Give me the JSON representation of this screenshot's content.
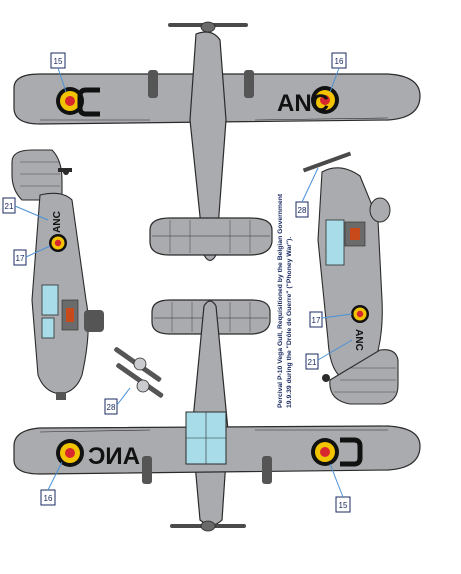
{
  "caption": {
    "line1": "Percival P-10 Vega Gull, Requisitioned by the Belgian Government",
    "line2": "19.9.39 during the \"Drôle de Guerre\" (\"Phoney War\")."
  },
  "registration": "ANC",
  "callouts": {
    "c15_top": "15",
    "c16_top": "16",
    "c21_left": "21",
    "c17_left": "17",
    "c28_right": "28",
    "c17_right": "17",
    "c21_right": "21",
    "c28_prop": "28",
    "c16_bottom": "16",
    "c15_bottom": "15"
  },
  "colors": {
    "aircraft_grey": "#a9abae",
    "outline": "#2b2b2b",
    "roundel_black": "#111111",
    "roundel_yellow": "#f2c300",
    "roundel_red": "#d8262e",
    "callout_box": "#1a2a60",
    "callout_accent": "#4a90d6",
    "canopy": "#a8dce8"
  }
}
